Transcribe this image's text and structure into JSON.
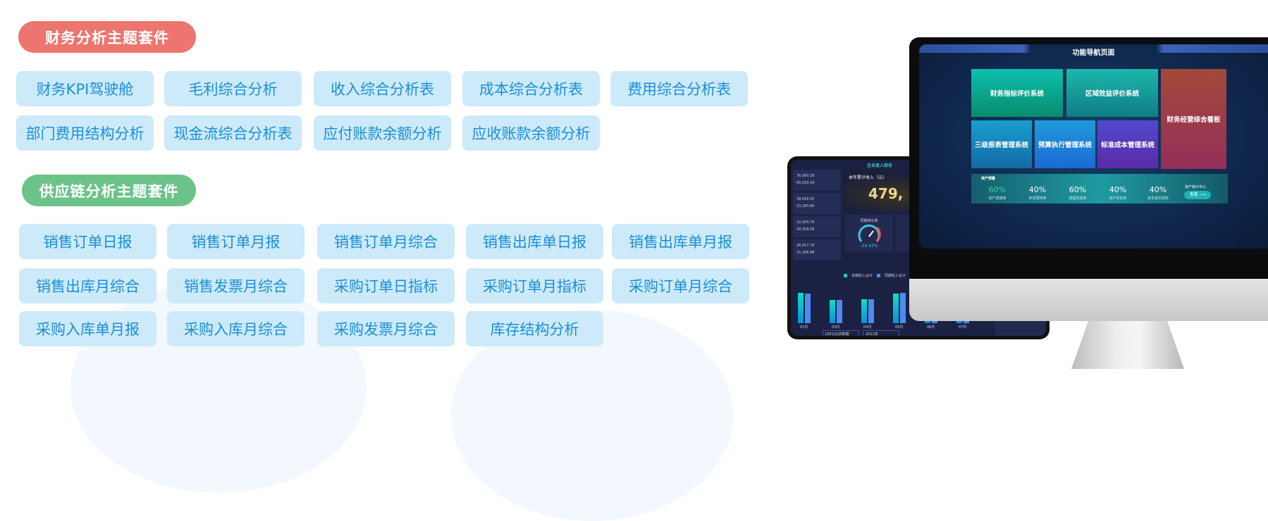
{
  "finance_suite": {
    "title": "财务分析主题套件",
    "color": "#ec756f",
    "items": [
      "财务KPI驾驶舱",
      "毛利综合分析",
      "收入综合分析表",
      "成本综合分析表",
      "费用综合分析表",
      "部门费用结构分析",
      "现金流综合分析表",
      "应付账款余额分析",
      "应收账款余额分析"
    ]
  },
  "supply_suite": {
    "title": "供应链分析主题套件",
    "color": "#6cc38a",
    "items": [
      "销售订单日报",
      "销售订单月报",
      "销售订单月综合",
      "销售出库单日报",
      "销售出库单月报",
      "销售出库月综合",
      "销售发票月综合",
      "采购订单日指标",
      "采购订单月指标",
      "采购订单月综合",
      "采购入库单月报",
      "采购入库月综合",
      "采购发票月综合",
      "库存结构分析"
    ]
  },
  "tablet": {
    "title": "企业收入综合",
    "cards": [
      [
        "76,060.30",
        "65,020.34"
      ],
      [
        "28,018.41",
        "23,283.90"
      ],
      [
        "22,424.76",
        "58,359.56"
      ],
      [
        "26,417.79",
        "15,266.88"
      ]
    ],
    "income_label": "本年累计收入（元）",
    "income_value": "479,",
    "gauge_title": "同期增长率",
    "gauge_value": "-26.43%",
    "legend": [
      "本期收入合计",
      "同期收入合计"
    ],
    "months": [
      "02月",
      "03月",
      "04月",
      "05月",
      "06月",
      "07月"
    ],
    "current": [
      43,
      33,
      34,
      42,
      47,
      29
    ],
    "previous": [
      42,
      33,
      34,
      43,
      53,
      49
    ],
    "select1": "[001]北京数据",
    "select2": "2021年"
  },
  "monitor": {
    "title": "功能导航页面",
    "tiles": [
      "财务指标评价系统",
      "区域效益评价系统",
      "财务经营综合看板",
      "三级报表管理系统",
      "预算执行管理系统",
      "标准成本管理系统"
    ],
    "alert_title": "资产预警",
    "kpis": [
      {
        "value": "60%",
        "label": "资产流通率"
      },
      {
        "value": "40%",
        "label": "存货周转率"
      },
      {
        "value": "60%",
        "label": "销售利润率"
      },
      {
        "value": "40%",
        "label": "资产负债率"
      },
      {
        "value": "40%",
        "label": "资本金利润率"
      }
    ],
    "center_label": "资产统计中心",
    "view_button": "查看 ⟶"
  }
}
